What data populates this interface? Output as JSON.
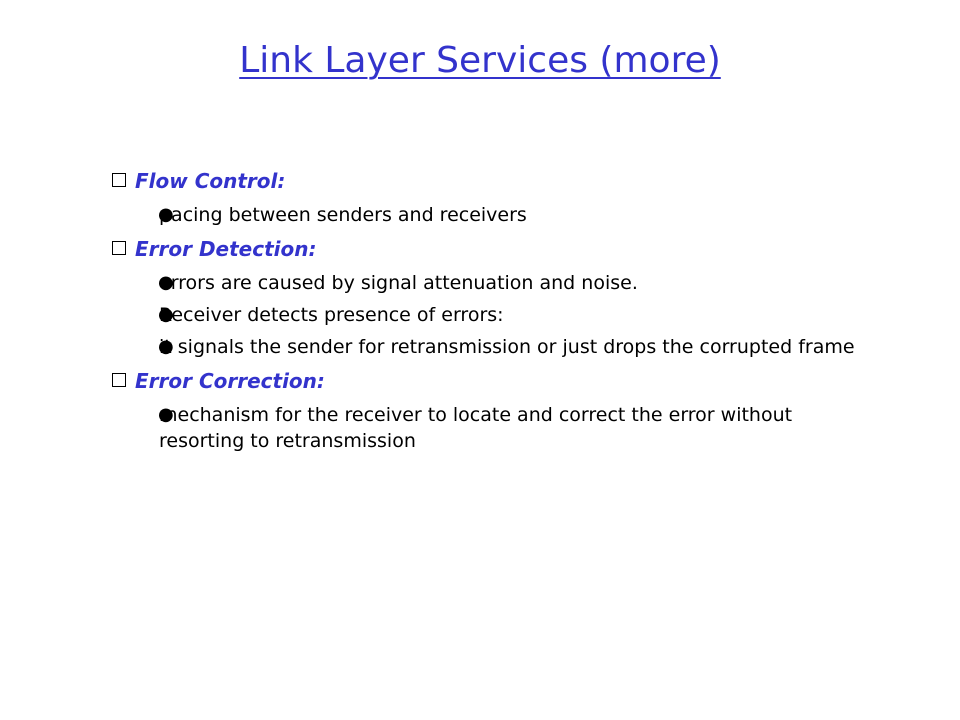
{
  "title": "Link Layer Services (more)",
  "colors": {
    "title": "#3333CC",
    "heading": "#3333CC",
    "body": "#000000"
  },
  "sections": [
    {
      "heading": "Flow Control",
      "items": [
        "pacing between senders and receivers"
      ]
    },
    {
      "heading": "Error Detection",
      "items": [
        "errors are caused by signal attenuation and noise.",
        "Receiver detects presence of errors:",
        "it signals the sender for retransmission or just drops the corrupted frame"
      ]
    },
    {
      "heading": "Error Correction",
      "items": [
        "mechanism for the receiver to locate and correct the error without resorting to retransmission"
      ]
    }
  ]
}
